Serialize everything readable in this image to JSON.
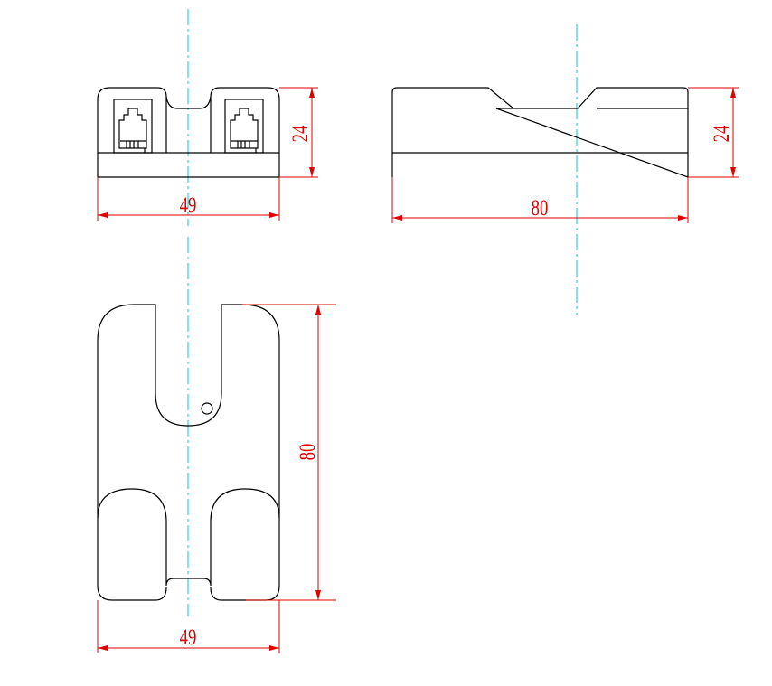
{
  "drawing": {
    "front_view": {
      "width_label": "49",
      "height_label": "24"
    },
    "side_view": {
      "length_label": "80",
      "height_label": "24"
    },
    "top_view": {
      "length_label": "80",
      "width_label": "49"
    },
    "colors": {
      "outline": "#000000",
      "dimension": "#e00000",
      "centerline": "#00c8d0"
    }
  }
}
